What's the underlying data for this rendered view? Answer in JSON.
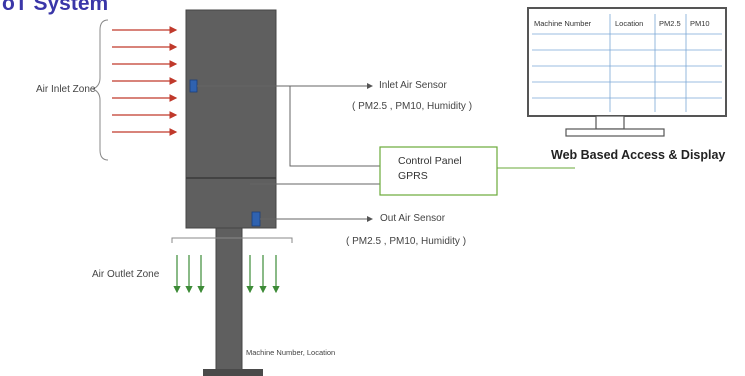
{
  "title": "oT System",
  "labels": {
    "air_inlet_zone": "Air Inlet Zone",
    "inlet_sensor": "Inlet Air Sensor",
    "inlet_sensor_params": "( PM2.5 , PM10, Humidity )",
    "outlet_sensor": "Out Air Sensor",
    "outlet_sensor_params": "( PM2.5 , PM10, Humidity )",
    "air_outlet_zone": "Air Outlet Zone",
    "machine_info": "Machine Number, Location"
  },
  "control_panel": {
    "line1": "Control Panel",
    "line2": "GPRS"
  },
  "web_display": {
    "title": "Web Based Access & Display",
    "columns": [
      "Machine Number",
      "Location",
      "PM2.5",
      "PM10"
    ]
  },
  "colors": {
    "title": "#3a36a8",
    "inlet_arrows": "#c0392b",
    "outlet_arrows": "#3d8b37",
    "control_panel_border": "#6aaa3a",
    "sensor": "#2f62b0",
    "machine": "#5f5f5f"
  }
}
